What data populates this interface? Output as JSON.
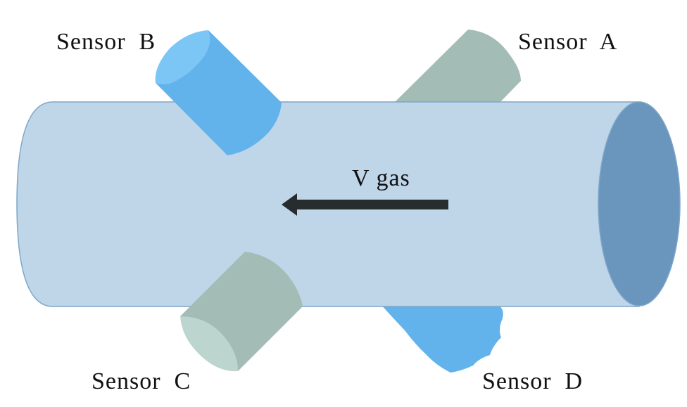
{
  "labels": {
    "sensor_a": "Sensor  A",
    "sensor_b": "Sensor  B",
    "sensor_c": "Sensor  C",
    "sensor_d": "Sensor  D",
    "flow": "V gas"
  },
  "colors": {
    "pipe_body": "#bfd5e8",
    "pipe_edge": "#7da6c8",
    "pipe_end": "#6a95bd",
    "sensor_blue": "#62b3ec",
    "sensor_blue_face": "#7cc6f6",
    "sensor_gray": "#a3bdb6",
    "sensor_gray_face": "#bcd5cf",
    "arrow": "#272c2f"
  }
}
